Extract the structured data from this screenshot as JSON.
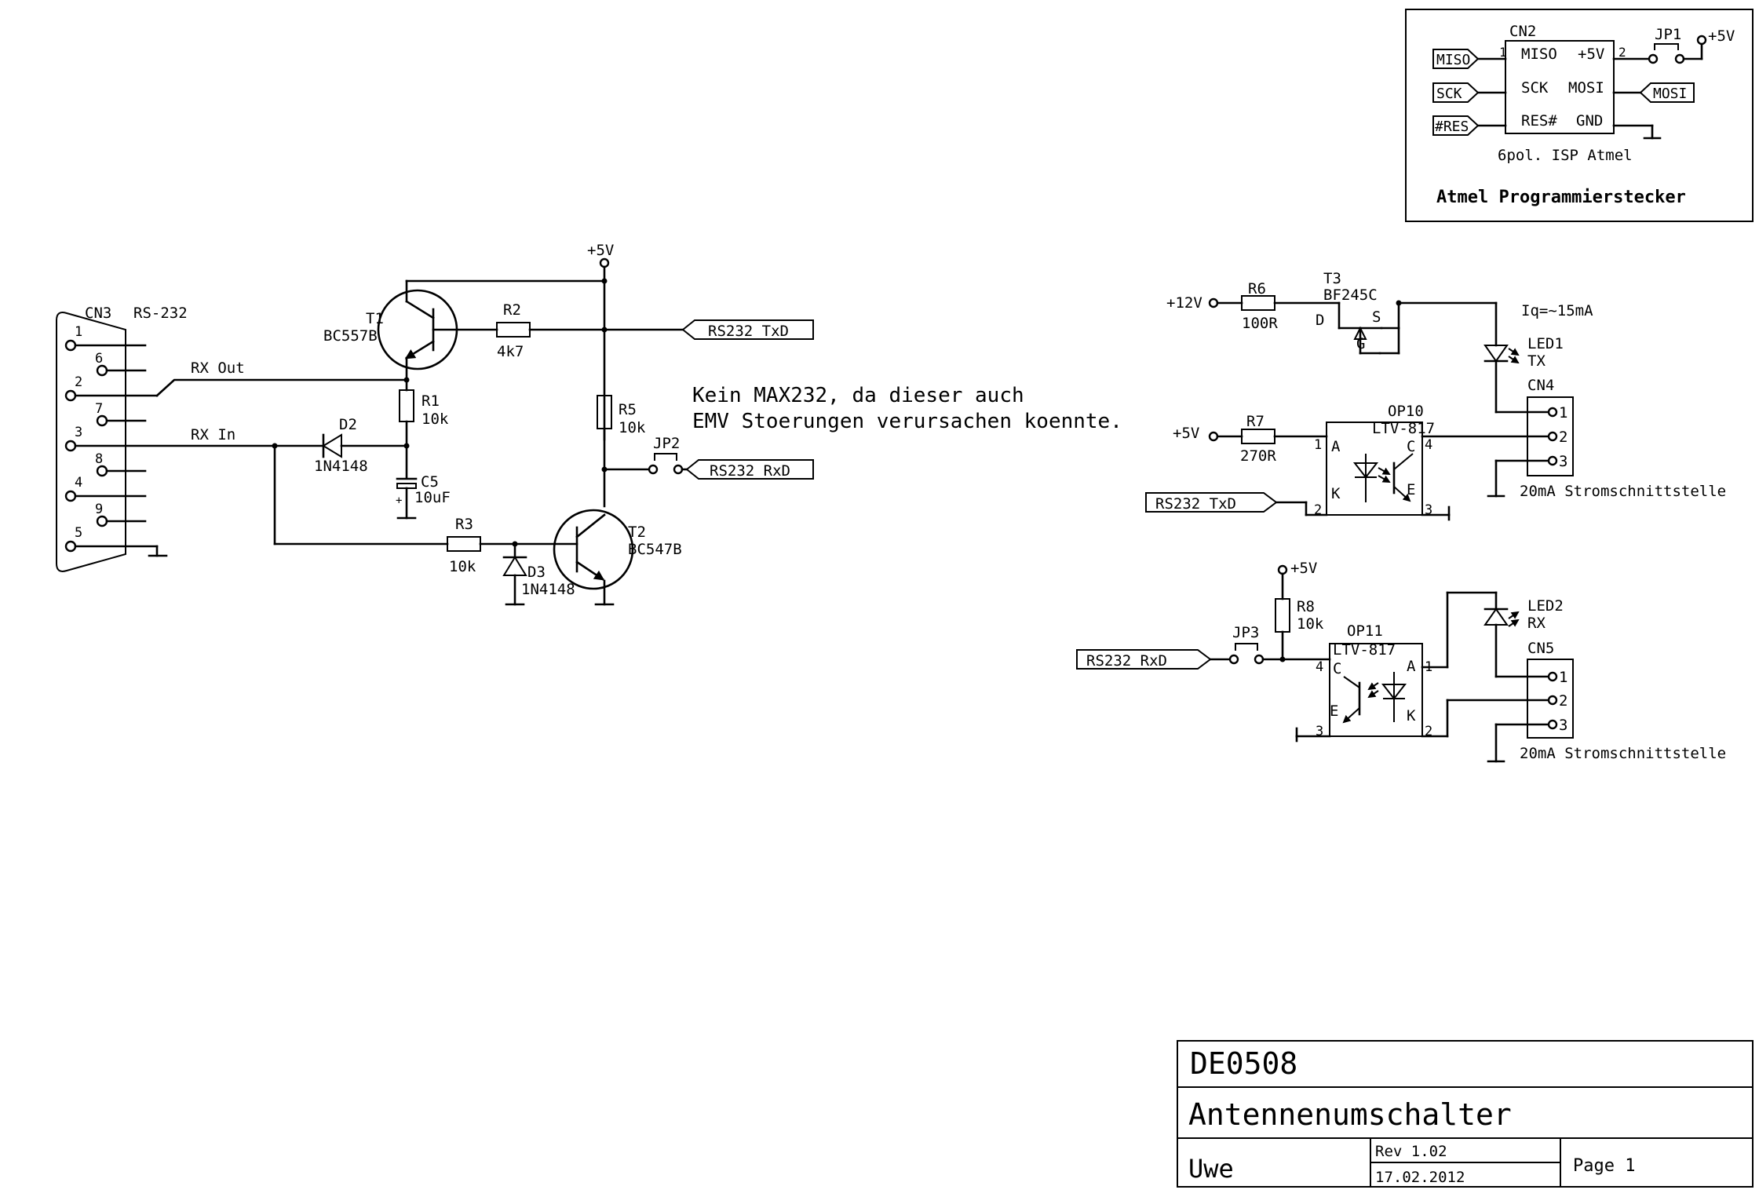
{
  "note": {
    "line1": "Kein MAX232, da dieser auch",
    "line2": "EMV Stoerungen verursachen koennte."
  },
  "isp": {
    "title": "Atmel Programmierstecker",
    "connector": "CN2",
    "subtitle": "6pol. ISP Atmel",
    "pins": {
      "miso": "MISO",
      "sck": "SCK",
      "res": "RES#",
      "p5v": "+5V",
      "mosi": "MOSI",
      "gnd": "GND"
    },
    "pin1": "1",
    "pin2": "2",
    "ports": {
      "miso": "MISO",
      "sck": "SCK",
      "res": "#RES",
      "mosi": "MOSI"
    },
    "jumper": "JP1",
    "supply": "+5V"
  },
  "rs232": {
    "connector": "CN3",
    "type": "RS-232",
    "pins": [
      "1",
      "6",
      "2",
      "7",
      "3",
      "8",
      "4",
      "9",
      "5"
    ],
    "rx_out": "RX Out",
    "rx_in": "RX In"
  },
  "interface": {
    "supply": "+5V",
    "t1": {
      "name": "T1",
      "part": "BC557B"
    },
    "t2": {
      "name": "T2",
      "part": "BC547B"
    },
    "r1": {
      "name": "R1",
      "value": "10k"
    },
    "r2": {
      "name": "R2",
      "value": "4k7"
    },
    "r3": {
      "name": "R3",
      "value": "10k"
    },
    "r5": {
      "name": "R5",
      "value": "10k"
    },
    "c5": {
      "name": "C5",
      "value": "10uF",
      "polarity": "+"
    },
    "d2": {
      "name": "D2",
      "part": "1N4148"
    },
    "d3": {
      "name": "D3",
      "part": "1N4148"
    },
    "jp2": "JP2",
    "port_txd": "RS232 TxD",
    "port_rxd": "RS232 RxD"
  },
  "tx_loop": {
    "supply12": "+12V",
    "r6": {
      "name": "R6",
      "value": "100R"
    },
    "t3": {
      "name": "T3",
      "part": "BF245C",
      "d": "D",
      "s": "S",
      "g": "G"
    },
    "iq": "Iq=~15mA",
    "led1": {
      "name": "LED1",
      "label": "TX"
    },
    "supply5": "+5V",
    "r7": {
      "name": "R7",
      "value": "270R"
    },
    "op10": {
      "name": "OP10",
      "part": "LTV-817",
      "a": "A",
      "k": "K",
      "c": "C",
      "e": "E",
      "p1": "1",
      "p2": "2",
      "p3": "3",
      "p4": "4"
    },
    "port_txd": "RS232 TxD",
    "cn4": {
      "name": "CN4",
      "pins": [
        "1",
        "2",
        "3"
      ],
      "label": "20mA Stromschnittstelle"
    }
  },
  "rx_loop": {
    "supply5": "+5V",
    "r8": {
      "name": "R8",
      "value": "10k"
    },
    "jp3": "JP3",
    "port_rxd": "RS232 RxD",
    "op11": {
      "name": "OP11",
      "part": "LTV-817",
      "a": "A",
      "k": "K",
      "c": "C",
      "e": "E",
      "p1": "1",
      "p2": "2",
      "p3": "3",
      "p4": "4"
    },
    "led2": {
      "name": "LED2",
      "label": "RX"
    },
    "cn5": {
      "name": "CN5",
      "pins": [
        "1",
        "2",
        "3"
      ],
      "label": "20mA Stromschnittstelle"
    }
  },
  "title_block": {
    "id": "DE0508",
    "title": "Antennenumschalter",
    "author": "Uwe",
    "revision": "Rev 1.02",
    "date": "17.02.2012",
    "page": "Page 1"
  }
}
